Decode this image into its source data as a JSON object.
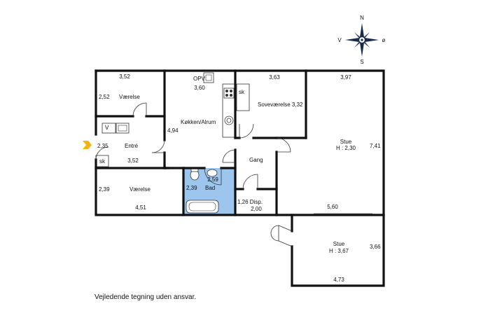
{
  "compass": {
    "n": "N",
    "s": "S",
    "v": "V",
    "o": "ø"
  },
  "rooms": {
    "vaerelse1": {
      "name": "Værelse",
      "w": "3,52",
      "h": "2,52"
    },
    "kokken": {
      "name": "Køkken/Alrum",
      "w": "3,60",
      "h": "4,94",
      "opv": "OPV"
    },
    "sove": {
      "name": "Soveværelse 3,32",
      "w": "3,63",
      "sk": "sk"
    },
    "stue1": {
      "name": "Stue",
      "height": "H : 2,30",
      "w": "3,97",
      "h": "7,41",
      "b": "5,60"
    },
    "entre": {
      "name": "Entré",
      "h": "2,35",
      "w": "3,52",
      "sk": "sk",
      "v": "V"
    },
    "gang": {
      "name": "Gang"
    },
    "vaerelse2": {
      "name": "Værelse",
      "h": "2,39",
      "w": "4,51"
    },
    "bad": {
      "name": "Bad",
      "h": "2,39",
      "w": "2,59"
    },
    "disp": {
      "name": "1,26 Disp.",
      "w": "2,00"
    },
    "stue2": {
      "name": "Stue",
      "height": "H : 3,67",
      "h": "3,66",
      "w": "4,73"
    }
  },
  "caption": "Vejledende tegning uden ansvar."
}
